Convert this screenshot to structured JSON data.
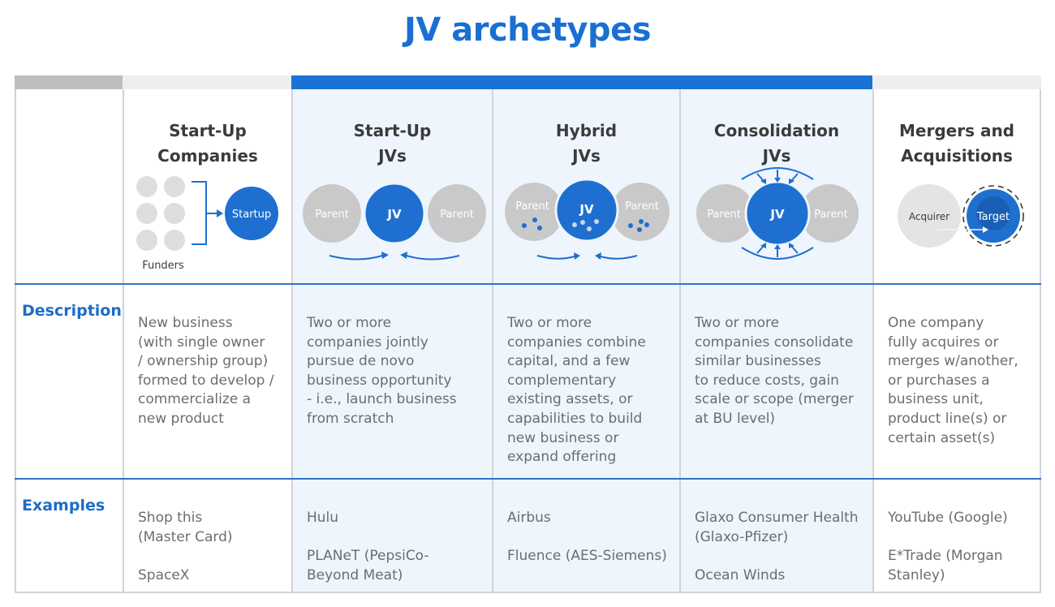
{
  "title": "JV archetypes",
  "colors": {
    "accent": "#1a6fd3",
    "jv_circle": "#1e6fd0",
    "parent_circle": "#c9c9c9",
    "funder_circle": "#dedede",
    "highlight_bg": "#eef5fd",
    "header_band_blue": "#1c72d4",
    "header_band_gray": "#bebebe",
    "header_band_light": "#eeeeee"
  },
  "row_labels": {
    "description": "Description",
    "examples": "Examples"
  },
  "columns": [
    {
      "header_line1": "Start-Up",
      "header_line2": "Companies",
      "diagram": {
        "funders_label": "Funders",
        "startup_label": "Startup"
      },
      "description": "New business (with single owner / ownership group) formed to develop / commercialize a new product",
      "description_lines": [
        "New business",
        "(with single owner",
        "/ ownership group)",
        "formed to develop /",
        "commercialize a",
        "new product"
      ],
      "examples": [
        "Shop this (Master Card)",
        "SpaceX"
      ],
      "examples_lines": [
        [
          "Shop this",
          "(Master Card)"
        ],
        [
          "SpaceX"
        ]
      ]
    },
    {
      "header_line1": "Start-Up",
      "header_line2": "JVs",
      "diagram": {
        "left_label": "Parent",
        "center_label": "JV",
        "right_label": "Parent"
      },
      "description_lines": [
        "Two or more",
        "companies jointly",
        "pursue de novo",
        "business opportunity",
        "- i.e., launch business",
        "from scratch"
      ],
      "examples_lines": [
        [
          "Hulu"
        ],
        [
          "PLANeT (PepsiCo-",
          "Beyond Meat)"
        ]
      ]
    },
    {
      "header_line1": "Hybrid",
      "header_line2": "JVs",
      "diagram": {
        "left_label": "Parent",
        "center_label": "JV",
        "right_label": "Parent"
      },
      "description_lines": [
        "Two or more",
        "companies combine",
        "capital, and a few",
        "complementary",
        "existing assets, or",
        "capabilities to build",
        "new business or",
        "expand offering"
      ],
      "examples_lines": [
        [
          "Airbus"
        ],
        [
          "Fluence (AES-Siemens)"
        ]
      ]
    },
    {
      "header_line1": "Consolidation",
      "header_line2": "JVs",
      "diagram": {
        "left_label": "Parent",
        "center_label": "JV",
        "right_label": "Parent"
      },
      "description_lines": [
        "Two or more",
        "companies consolidate",
        "similar businesses",
        "to reduce costs, gain",
        "scale or scope (merger",
        "at BU level)"
      ],
      "examples_lines": [
        [
          "Glaxo Consumer Health",
          "(Glaxo-Pfizer)"
        ],
        [
          "Ocean Winds"
        ]
      ]
    },
    {
      "header_line1": "Mergers and",
      "header_line2": "Acquisitions",
      "diagram": {
        "left_label": "Acquirer",
        "right_label": "Target"
      },
      "description_lines": [
        "One company",
        "fully acquires or",
        "merges w/another,",
        "or purchases a",
        "business unit,",
        "product line(s) or",
        "certain asset(s)"
      ],
      "examples_lines": [
        [
          "YouTube (Google)"
        ],
        [
          "E*Trade (Morgan",
          "Stanley)"
        ]
      ]
    }
  ]
}
